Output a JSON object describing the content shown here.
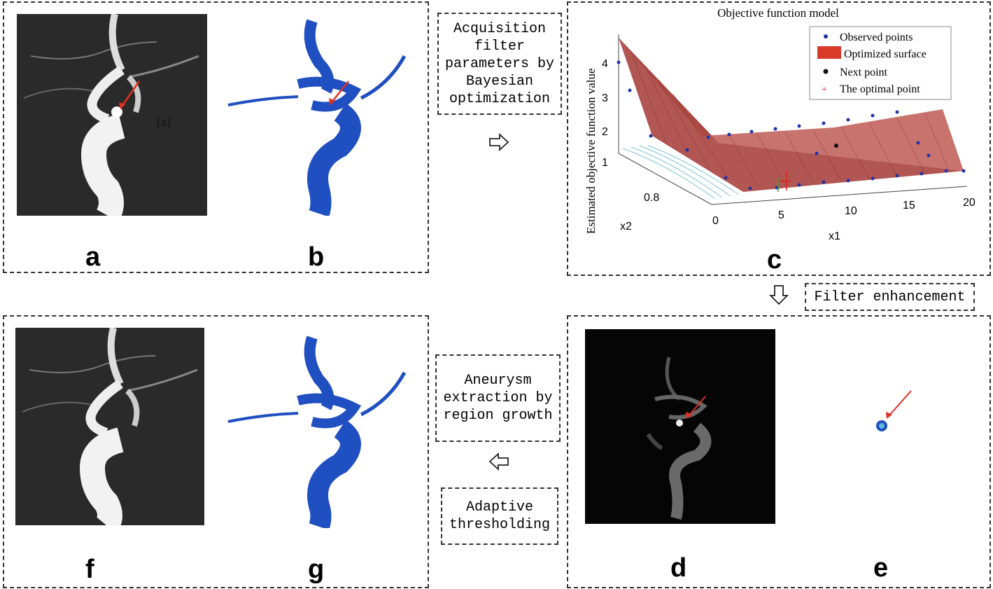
{
  "panels": {
    "a": {
      "label": "a",
      "annotation": "(a)"
    },
    "b": {
      "label": "b"
    },
    "c": {
      "label": "c"
    },
    "d": {
      "label": "d"
    },
    "e": {
      "label": "e"
    },
    "f": {
      "label": "f"
    },
    "g": {
      "label": "g"
    }
  },
  "steps": {
    "acquisition": "Acquisition\nfilter\nparameters by\nBayesian\noptimization",
    "filter": "Filter enhancement",
    "aneurysm": "Aneurysm\nextraction by\nregion growth",
    "adaptive": "Adaptive\nthresholding"
  },
  "plot": {
    "title": "Objective function model",
    "zlabel": "Estimated objective function value",
    "xlabel": "x1",
    "ylabel": "x2",
    "z_ticks": [
      "4",
      "3",
      "2",
      "1"
    ],
    "x_ticks": [
      "0",
      "5",
      "10",
      "15",
      "20"
    ],
    "y_ticks": [
      "0.8"
    ],
    "legend": [
      {
        "text": "Observed points",
        "marker": "dot",
        "color": "#2233aa"
      },
      {
        "text": "Optimized surface",
        "marker": "rect",
        "color": "#d83a2a"
      },
      {
        "text": "Next point",
        "marker": "dot",
        "color": "#111111"
      },
      {
        "text": "The optimal point",
        "marker": "plus",
        "color": "#e02020"
      }
    ]
  },
  "colors": {
    "arrow": "#e03020",
    "vessel_blue": "#1f4fc0",
    "surface": "#b85450"
  }
}
